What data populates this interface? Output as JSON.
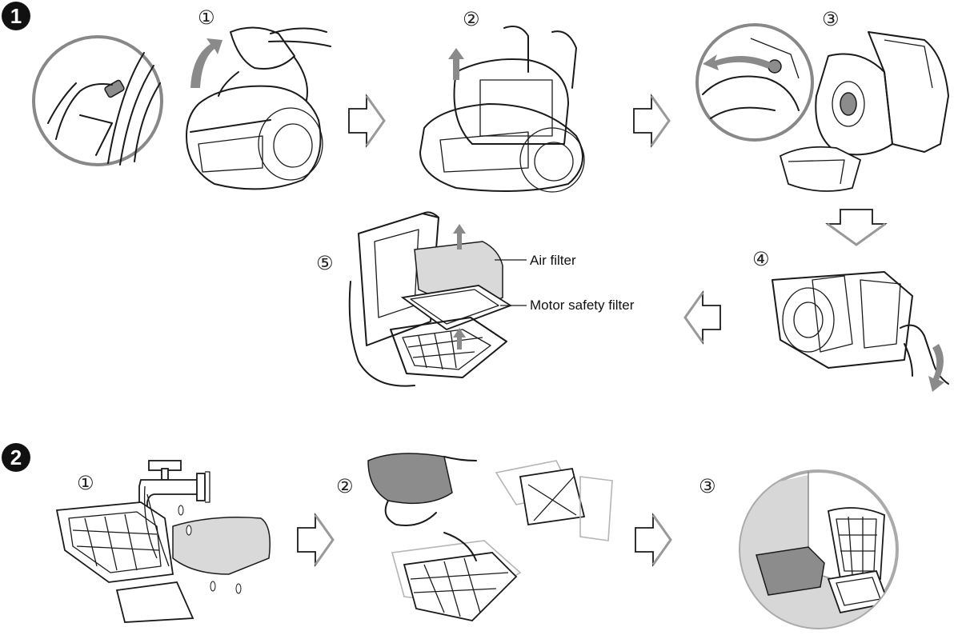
{
  "sections": [
    {
      "badge": "1"
    },
    {
      "badge": "2"
    }
  ],
  "section1": {
    "steps": [
      "①",
      "②",
      "③",
      "④",
      "⑤"
    ]
  },
  "section2": {
    "steps": [
      "①",
      "②",
      "③"
    ]
  },
  "labels": {
    "air_filter": "Air filter",
    "motor_safety_filter": "Motor safety filter"
  },
  "icons": {
    "flow_arrow": "outline-right-arrow-icon",
    "flow_arrow_down": "outline-down-arrow-icon",
    "flow_arrow_left": "outline-left-arrow-icon"
  },
  "colors": {
    "line": "#1a1a1a",
    "gray": "#8c8c8c",
    "light_gray": "#d9d9d9"
  }
}
